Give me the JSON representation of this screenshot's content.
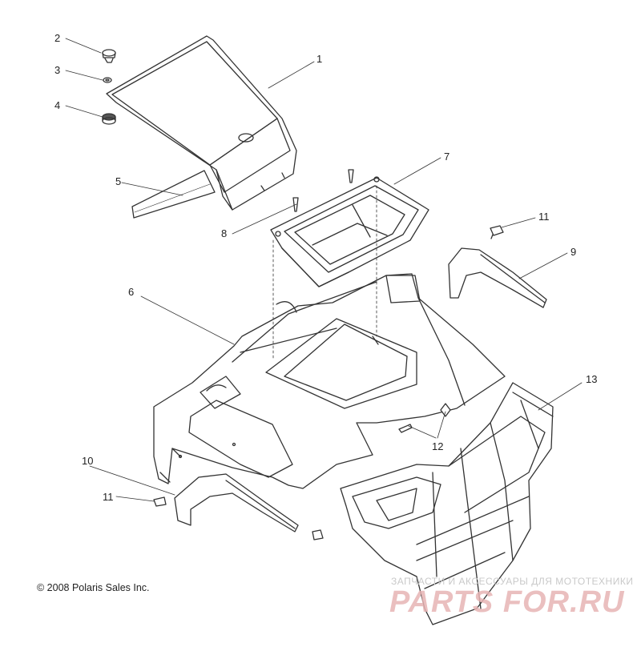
{
  "diagram": {
    "callouts": [
      "1",
      "2",
      "3",
      "4",
      "5",
      "6",
      "7",
      "8",
      "9",
      "10",
      "11",
      "11",
      "12",
      "13"
    ],
    "copyright": "© 2008 Polaris Sales Inc.",
    "watermark": {
      "line1": "ЗАПЧАСТИ И АКСЕССУАРЫ ДЛЯ МОТОТЕХНИКИ",
      "logo": "PARTS FOR.RU"
    }
  }
}
